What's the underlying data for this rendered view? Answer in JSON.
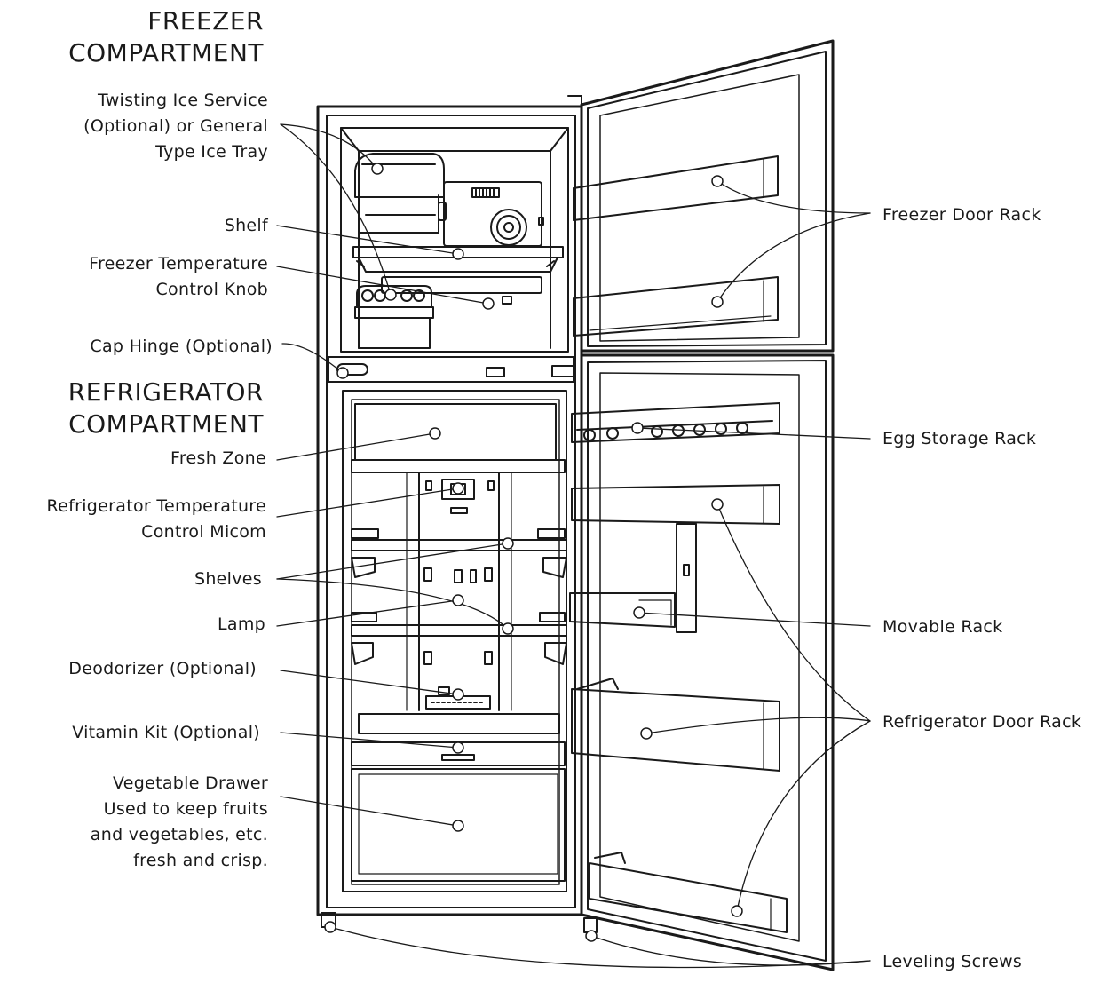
{
  "headings": {
    "freezer": [
      "FREEZER",
      "COMPARTMENT"
    ],
    "refrigerator": [
      "REFRIGERATOR",
      "COMPARTMENT"
    ]
  },
  "left_labels": {
    "ice_tray": [
      "Twisting Ice Service",
      "(Optional) or General",
      "Type Ice Tray"
    ],
    "shelf": "Shelf",
    "freezer_knob": [
      "Freezer Temperature",
      "Control Knob"
    ],
    "cap_hinge": "Cap Hinge (Optional)",
    "fresh_zone": "Fresh Zone",
    "micom": [
      "Refrigerator Temperature",
      "Control Micom"
    ],
    "shelves": "Shelves",
    "lamp": "Lamp",
    "deodorizer": "Deodorizer (Optional)",
    "vitamin_kit": "Vitamin Kit (Optional)",
    "vegetable_drawer": [
      "Vegetable Drawer",
      "Used to keep fruits",
      "and vegetables, etc.",
      "fresh and crisp."
    ]
  },
  "right_labels": {
    "freezer_door_rack": "Freezer Door Rack",
    "egg_storage_rack": "Egg Storage Rack",
    "movable_rack": "Movable Rack",
    "refrigerator_door_rack": "Refrigerator Door Rack",
    "leveling_screws": "Leveling Screws"
  },
  "colors": {
    "line": "#1a1a1a",
    "fill": "#ffffff",
    "shade": "#f2f2f2"
  }
}
